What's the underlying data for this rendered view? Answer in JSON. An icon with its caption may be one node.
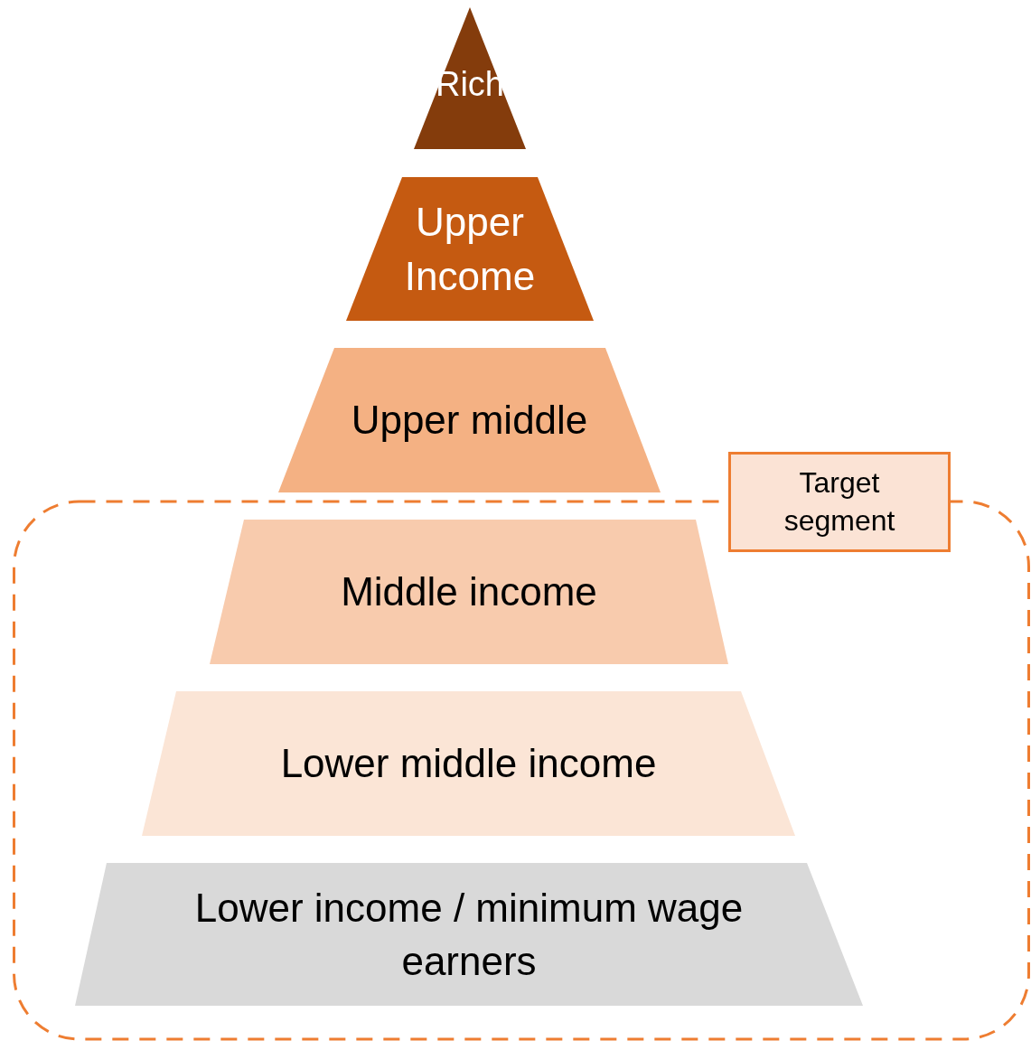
{
  "diagram": {
    "nodes": [
      {
        "text": [
          "Rich"
        ]
      },
      {
        "text": [
          "Upper Income"
        ]
      },
      {
        "text": [
          "Upper middle"
        ]
      },
      {
        "text": [
          "Target segment"
        ]
      },
      {
        "text": [
          "Middle income"
        ],
        "in": 3
      },
      {
        "text": [
          "Lower middle income"
        ],
        "in": 3
      },
      {
        "text": [
          "Lower income / minimum wage earners"
        ],
        "in": 3
      }
    ],
    "edges": []
  }
}
